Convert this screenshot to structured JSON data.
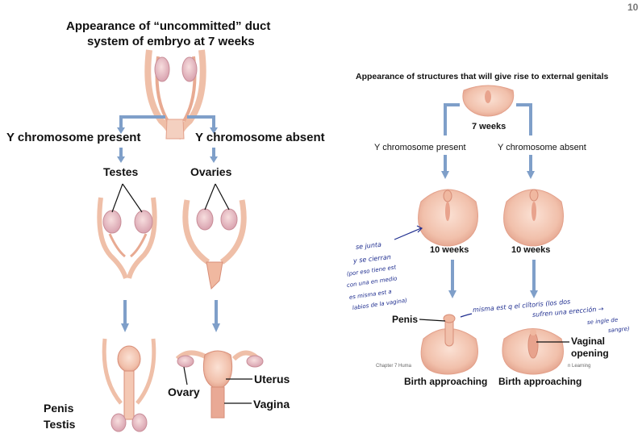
{
  "page_number": "10",
  "left": {
    "title_line1": "Appearance of “uncommitted” duct",
    "title_line2": "system of embryo at 7 weeks",
    "y_present": "Y chromosome present",
    "y_absent": "Y chromosome absent",
    "testes": "Testes",
    "ovaries": "Ovaries",
    "uterus": "Uterus",
    "ovary": "Ovary",
    "vagina": "Vagina",
    "penis": "Penis",
    "testis": "Testis"
  },
  "right": {
    "title": "Appearance of structures that will give rise to external genitals",
    "weeks7": "7 weeks",
    "y_present": "Y chromosome present",
    "y_absent": "Y chromosome absent",
    "weeks10_left": "10 weeks",
    "weeks10_right": "10 weeks",
    "penis": "Penis",
    "vaginal_line1": "Vaginal",
    "vaginal_line2": "opening",
    "birth_left": "Birth approaching",
    "birth_right": "Birth approaching",
    "chapter_caption": "Chapter 7 Huma",
    "learning_caption": "n Learning"
  },
  "handwritten": {
    "line1": "se junta",
    "line2": "y se cierran",
    "line3": "(por eso tiene est",
    "line4": "con una en medio",
    "line5": "es misma est a",
    "line6": "labios de la vagina)",
    "note1": "misma est q el clítoris (los dos",
    "note2": "sufren una erección →",
    "note3": "se ingle de",
    "note4": "sangre)"
  },
  "colors": {
    "arrow_blue": "#7f9fc9",
    "tissue": "#f4c8b4",
    "tissue_dark": "#e3a08a",
    "ink": "#1e2d8f"
  }
}
